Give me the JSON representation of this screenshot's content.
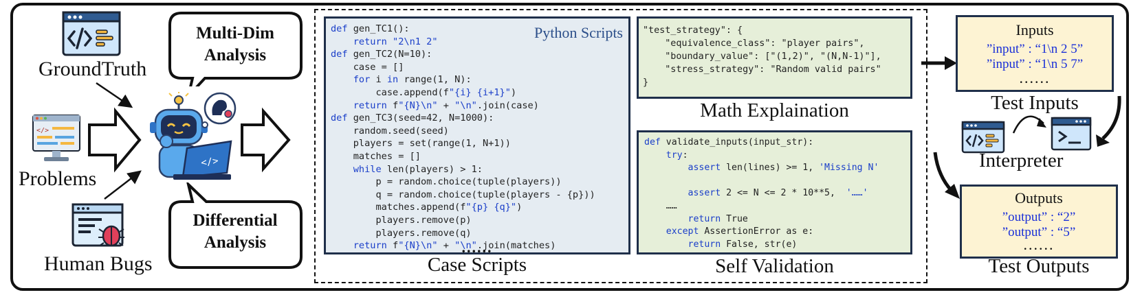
{
  "left": {
    "groundtruth_label": "GroundTruth",
    "problems_label": "Problems",
    "human_bugs_label": "Human Bugs",
    "bubble_top_line1": "Multi-Dim",
    "bubble_top_line2": "Analysis",
    "bubble_bottom_line1": "Differential",
    "bubble_bottom_line2": "Analysis"
  },
  "case_scripts": {
    "tag": "Python Scripts",
    "caption": "Case Scripts",
    "ellipsis": "......",
    "lines": [
      [
        [
          "kw",
          "def "
        ],
        [
          "t",
          "gen_TC1():"
        ]
      ],
      [
        [
          "t",
          "    "
        ],
        [
          "kw",
          "return "
        ],
        [
          "str",
          "\"2\\n1 2\""
        ]
      ],
      [
        [
          "kw",
          "def "
        ],
        [
          "t",
          "gen_TC2(N=10):"
        ]
      ],
      [
        [
          "t",
          "    case = []"
        ]
      ],
      [
        [
          "t",
          "    "
        ],
        [
          "kw",
          "for "
        ],
        [
          "t",
          "i "
        ],
        [
          "kw",
          "in "
        ],
        [
          "t",
          "range(1, N):"
        ]
      ],
      [
        [
          "t",
          "        case.append(f"
        ],
        [
          "str",
          "\"{i} {i+1}\""
        ],
        [
          "t",
          ")"
        ]
      ],
      [
        [
          "t",
          "    "
        ],
        [
          "kw",
          "return "
        ],
        [
          "t",
          "f"
        ],
        [
          "str",
          "\"{N}\\n\""
        ],
        [
          "t",
          " + "
        ],
        [
          "str",
          "\"\\n\""
        ],
        [
          "t",
          ".join(case)"
        ]
      ],
      [
        [
          "kw",
          "def "
        ],
        [
          "t",
          "gen_TC3(seed=42, N=1000):"
        ]
      ],
      [
        [
          "t",
          "    random.seed(seed)"
        ]
      ],
      [
        [
          "t",
          "    players = set(range(1, N+1))"
        ]
      ],
      [
        [
          "t",
          "    matches = []"
        ]
      ],
      [
        [
          "t",
          "    "
        ],
        [
          "kw",
          "while "
        ],
        [
          "t",
          "len(players) > 1:"
        ]
      ],
      [
        [
          "t",
          "        p = random.choice(tuple(players))"
        ]
      ],
      [
        [
          "t",
          "        q = random.choice(tuple(players - {p}))"
        ]
      ],
      [
        [
          "t",
          "        matches.append(f"
        ],
        [
          "str",
          "\"{p} {q}\""
        ],
        [
          "t",
          ")"
        ]
      ],
      [
        [
          "t",
          "        players.remove(p)"
        ]
      ],
      [
        [
          "t",
          "        players.remove(q)"
        ]
      ],
      [
        [
          "t",
          "    "
        ],
        [
          "kw",
          "return "
        ],
        [
          "t",
          "f"
        ],
        [
          "str",
          "\"{N}\\n\""
        ],
        [
          "t",
          " + "
        ],
        [
          "str",
          "\"\\n\""
        ],
        [
          "t",
          ".join(matches)"
        ]
      ]
    ]
  },
  "math": {
    "caption": "Math Explaination",
    "lines": [
      "\"test_strategy\": {",
      "    \"equivalence_class\": \"player pairs\",",
      "    \"boundary_value\": [\"(1,2)\", \"(N,N-1)\"],",
      "    \"stress_strategy\": \"Random valid pairs\"",
      "}"
    ]
  },
  "validation": {
    "caption": "Self Validation",
    "lines": [
      [
        [
          "kw",
          "def "
        ],
        [
          "t",
          "validate_inputs(input_str):"
        ]
      ],
      [
        [
          "t",
          "    "
        ],
        [
          "kw",
          "try"
        ],
        [
          "t",
          ":"
        ]
      ],
      [
        [
          "t",
          "        "
        ],
        [
          "kw",
          "assert "
        ],
        [
          "t",
          "len(lines) >= 1, "
        ],
        [
          "str",
          "'Missing N'"
        ]
      ],
      [
        [
          "t",
          ""
        ]
      ],
      [
        [
          "t",
          "        "
        ],
        [
          "kw",
          "assert "
        ],
        [
          "t",
          "2 <= N <= 2 * 10**5,  "
        ],
        [
          "str",
          "'……'"
        ]
      ],
      [
        [
          "t",
          "    ……"
        ]
      ],
      [
        [
          "t",
          "        "
        ],
        [
          "kw",
          "return "
        ],
        [
          "t",
          "True"
        ]
      ],
      [
        [
          "t",
          "    "
        ],
        [
          "kw",
          "except "
        ],
        [
          "t",
          "AssertionError as e:"
        ]
      ],
      [
        [
          "t",
          "        "
        ],
        [
          "kw",
          "return "
        ],
        [
          "t",
          "False, str(e)"
        ]
      ]
    ]
  },
  "inputs": {
    "title": "Inputs",
    "line1": "”input” : “1\\n 2 5”",
    "line2": "”input” : “1\\n 5 7”",
    "ellipsis": "......",
    "caption": "Test Inputs"
  },
  "interpreter": {
    "label": "Interpreter"
  },
  "outputs": {
    "title": "Outputs",
    "line1": "”output” : “2”",
    "line2": "”output” : “5”",
    "ellipsis": "......",
    "caption": "Test Outputs"
  },
  "colors": {
    "code_panel_bg": "#e5ecf2",
    "green_panel_bg": "#e6efd9",
    "io_box_bg": "#fdf3d3",
    "panel_border": "#1f2f4a",
    "keyword": "#1a3ec9",
    "io_text": "#1a2fd8"
  },
  "icons": [
    "code-window-icon",
    "monitor-icon",
    "bug-window-icon",
    "robot-laptop-icon",
    "terminal-icon"
  ]
}
